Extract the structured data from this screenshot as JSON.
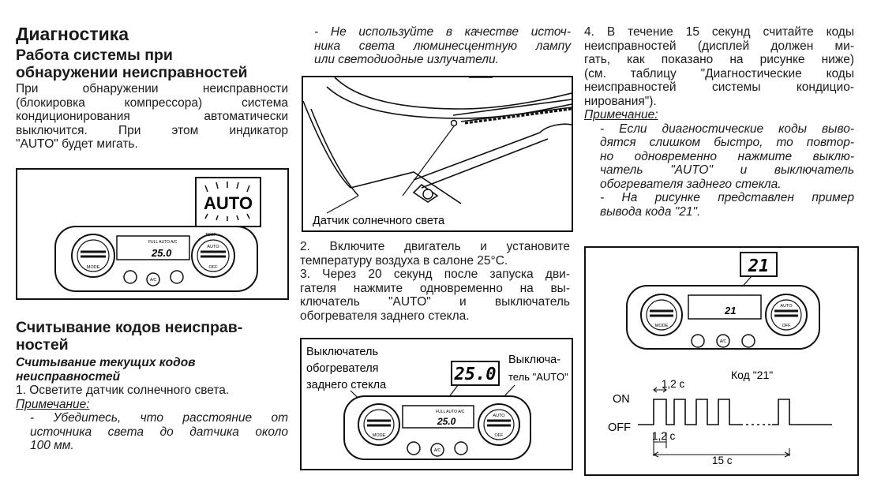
{
  "col1": {
    "title": "Диагностика",
    "section_heading": "Работа системы при обнаружении неисправностей",
    "section_heading_lines": [
      "Работа системы при",
      "обнаружении неисправностей"
    ],
    "para_lines": [
      "При обнаружении неисправности",
      "(блокировка компрессора) система",
      "кондиционирования автоматически",
      "выключится. При этом индикатор",
      "\"AUTO\" будет мигать."
    ],
    "auto_callout": "AUTO",
    "lcd_text": "25.0",
    "lcd_top": "FULL AUTO A/C",
    "reading_heading_lines": [
      "Считывание кодов неисправ-",
      "ностей"
    ],
    "subheading_lines": [
      "Считывание текущих кодов",
      "неисправностей"
    ],
    "step1": "1. Осветите датчик солнечного света.",
    "note_label": "Примечание:",
    "note_lines": [
      "- Убедитесь, что расстояние от",
      "источника света до датчика около",
      "100 мм."
    ]
  },
  "col2": {
    "top_note_lines": [
      "- Не используйте в качестве источ-",
      "ника света люминесцентную лампу",
      "или светодиодные излучатели."
    ],
    "sensor_caption": "Датчик солнечного света",
    "step_lines": [
      "2. Включите двигатель и установите",
      "температуру воздуха в салоне 25°C.",
      "3. Через 20 секунд после запуска дви-",
      "гателя нажмите одновременно на вы-",
      "ключатель \"AUTO\" и выключатель",
      "обогревателя заднего стекла."
    ],
    "label_left_lines": [
      "Выключатель",
      "обогревателя",
      "заднего стекла"
    ],
    "label_right_lines": [
      "Выключа-",
      "тель \"AUTO\""
    ],
    "display_value": "25.0",
    "lcd_text": "25.0"
  },
  "col3": {
    "step4_lines": [
      "4. В течение 15 секунд считайте коды",
      "неисправностей (дисплей должен ми-",
      "гать, как показано на рисунке ниже)",
      "(см. таблицу \"Диагностические коды",
      "неисправностей системы кондицио-",
      "нирования\")."
    ],
    "note_label": "Примечание:",
    "note_lines": [
      "- Если диагностические коды выво-",
      "дятся слишком быстро, то повтор-",
      "но одновременно нажмите выклю-",
      "чатель \"AUTO\" и выключатель",
      "обогревателя заднего стекла.",
      "- На рисунке представлен пример",
      "вывода кода \"21\"."
    ],
    "code_display": "21",
    "lcd_code": "21",
    "code_title": "Код \"21\"",
    "on_label": "ON",
    "off_label": "OFF",
    "pulse_label_top": "1,2 с",
    "pulse_label_bottom": "1,2 с",
    "total_label": "15 с"
  },
  "panel_labels": {
    "mode": "MODE",
    "auto": "AUTO",
    "off": "OFF",
    "ac": "A/C",
    "temp": "TEMP"
  }
}
